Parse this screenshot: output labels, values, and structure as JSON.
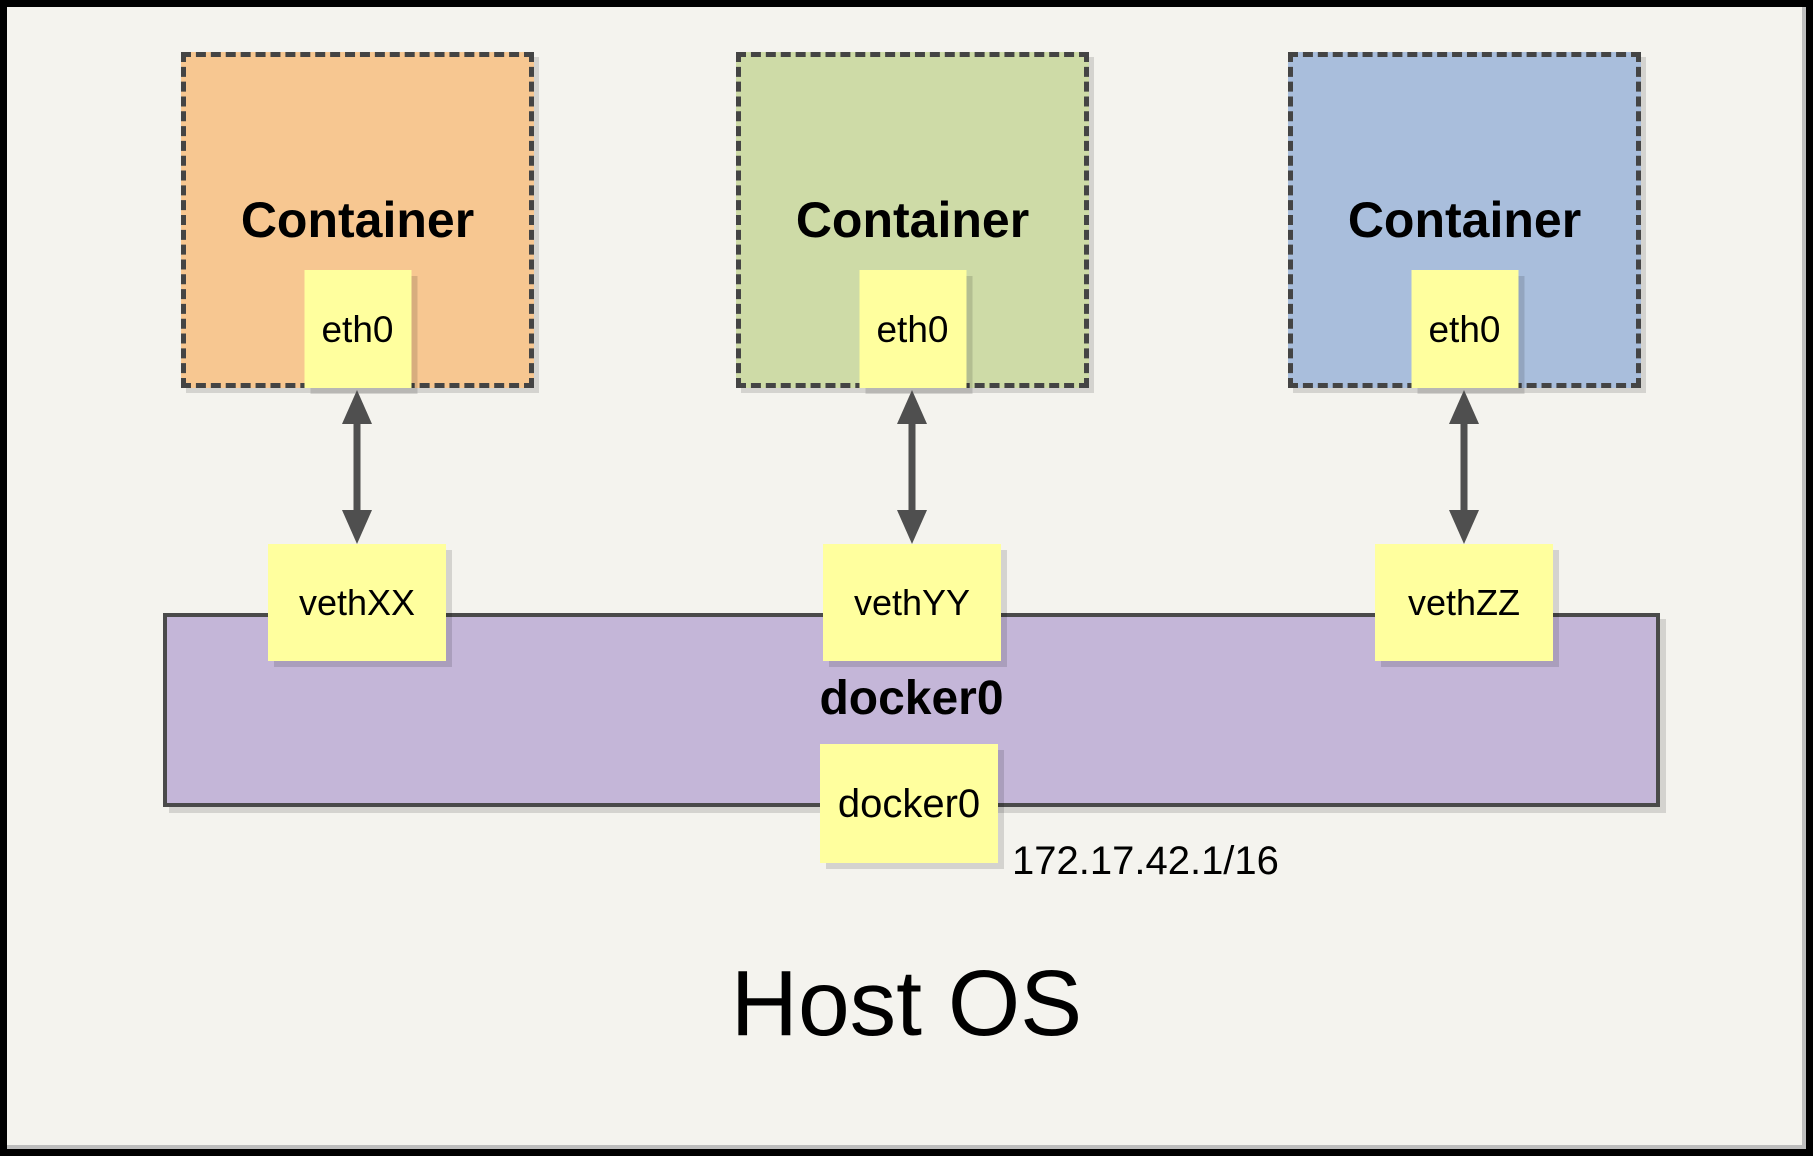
{
  "host_label": "Host OS",
  "bridge": {
    "name_label": "docker0",
    "interface_box_label": "docker0",
    "ip_label": "172.17.42.1/16",
    "fill": "#C4B6D8"
  },
  "containers": [
    {
      "label": "Container",
      "interface_label": "eth0",
      "veth_label": "vethXX",
      "fill": "#F7C791"
    },
    {
      "label": "Container",
      "interface_label": "eth0",
      "veth_label": "vethYY",
      "fill": "#CEDBA7"
    },
    {
      "label": "Container",
      "interface_label": "eth0",
      "veth_label": "vethZZ",
      "fill": "#A9BEDC"
    }
  ],
  "colors": {
    "background": "#F4F3EE",
    "note_yellow": "#FFFF9E",
    "dashed_border": "#444444",
    "arrow": "#4F4F4F",
    "frame_border": "#000000"
  }
}
